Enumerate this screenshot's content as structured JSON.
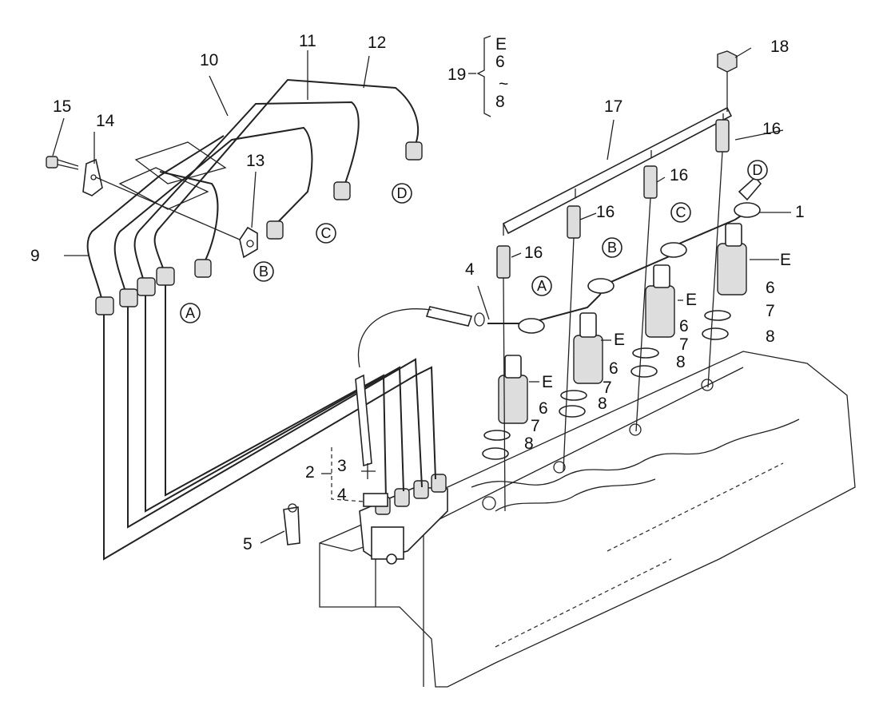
{
  "labels": {
    "n1": "1",
    "n2": "2",
    "n3": "3",
    "n4a": "4",
    "n4b": "4",
    "n5": "5",
    "n6a": "6",
    "n6b": "6",
    "n6c": "6",
    "n6d": "6",
    "n7a": "7",
    "n7b": "7",
    "n7c": "7",
    "n7d": "7",
    "n8a": "8",
    "n8b": "8",
    "n8c": "8",
    "n8d": "8",
    "n9": "9",
    "n10": "10",
    "n11": "11",
    "n12": "12",
    "n13": "13",
    "n14": "14",
    "n15": "15",
    "n16a": "16",
    "n16b": "16",
    "n16c": "16",
    "n16d": "16",
    "n17": "17",
    "n18": "18",
    "n19": "19",
    "eA": "E",
    "eB": "E",
    "eC": "E",
    "eD": "E"
  },
  "bracket19": {
    "top": "E",
    "mid": "6",
    "tilde": "~",
    "bottom": "8"
  },
  "circles": {
    "pipeA": "A",
    "pipeB": "B",
    "pipeC": "C",
    "pipeD": "D",
    "injA": "A",
    "injB": "B",
    "injC": "C",
    "injD": "D"
  }
}
